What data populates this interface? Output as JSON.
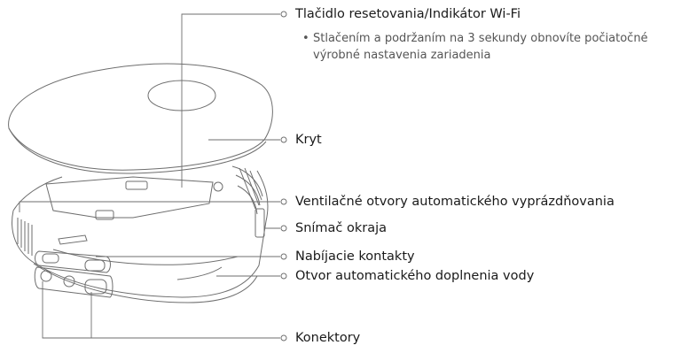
{
  "callouts": {
    "reset_button": {
      "title": "Tlačidlo resetovania/Indikátor Wi-Fi",
      "bullet": "•",
      "detail_line1": "Stlačením a podržaním na 3 sekundy obnovíte počiatočné",
      "detail_line2": "výrobné nastavenia zariadenia"
    },
    "cover": "Kryt",
    "vents": "Ventilačné otvory automatického vyprázdňovania",
    "edge_sensor": "Snímač okraja",
    "charging_contacts": "Nabíjacie kontakty",
    "water_refill": "Otvor automatického doplnenia vody",
    "connectors": "Konektory"
  },
  "colors": {
    "line": "#6e6e6e",
    "text": "#1a1a1a",
    "detail_text": "#555555"
  }
}
